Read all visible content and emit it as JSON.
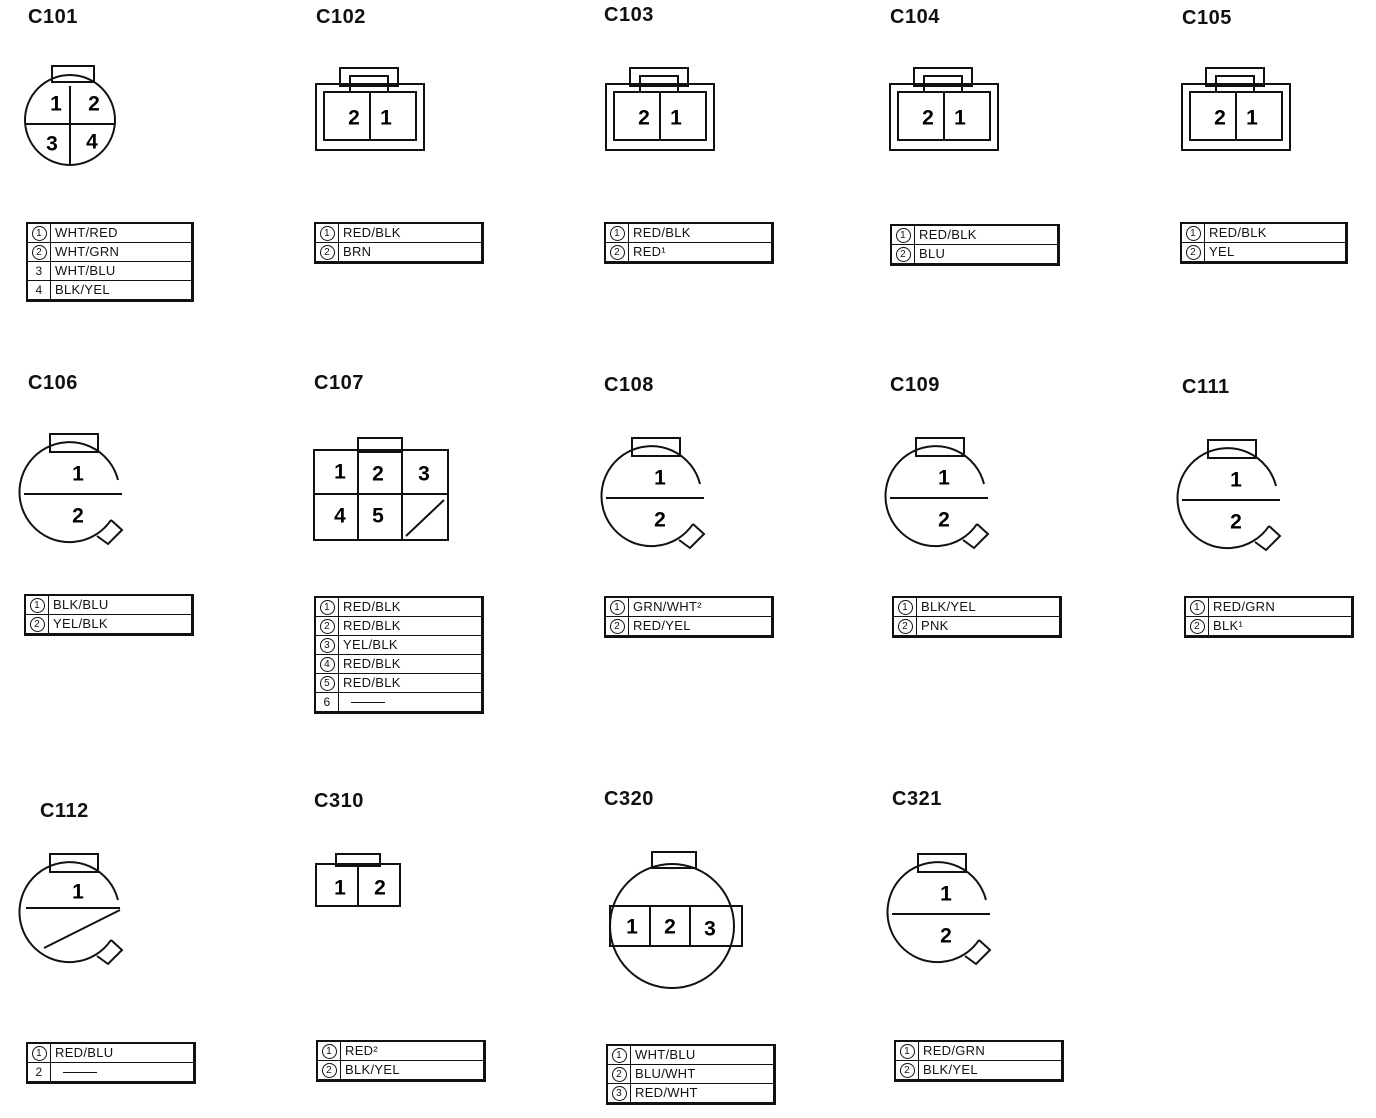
{
  "connectors": [
    {
      "id": "C101",
      "label": "C101",
      "pins": [
        "1",
        "2",
        "3",
        "4"
      ],
      "wires": [
        {
          "pin": "1",
          "circled": true,
          "wire": "WHT/RED"
        },
        {
          "pin": "2",
          "circled": true,
          "wire": "WHT/GRN"
        },
        {
          "pin": "3",
          "circled": false,
          "wire": "WHT/BLU"
        },
        {
          "pin": "4",
          "circled": false,
          "wire": "BLK/YEL"
        }
      ]
    },
    {
      "id": "C102",
      "label": "C102",
      "pins": [
        "2",
        "1"
      ],
      "wires": [
        {
          "pin": "1",
          "circled": true,
          "wire": "RED/BLK"
        },
        {
          "pin": "2",
          "circled": true,
          "wire": "BRN"
        }
      ]
    },
    {
      "id": "C103",
      "label": "C103",
      "pins": [
        "2",
        "1"
      ],
      "wires": [
        {
          "pin": "1",
          "circled": true,
          "wire": "RED/BLK"
        },
        {
          "pin": "2",
          "circled": true,
          "wire": "RED¹"
        }
      ]
    },
    {
      "id": "C104",
      "label": "C104",
      "pins": [
        "2",
        "1"
      ],
      "wires": [
        {
          "pin": "1",
          "circled": true,
          "wire": "RED/BLK"
        },
        {
          "pin": "2",
          "circled": true,
          "wire": "BLU"
        }
      ]
    },
    {
      "id": "C105",
      "label": "C105",
      "pins": [
        "2",
        "1"
      ],
      "wires": [
        {
          "pin": "1",
          "circled": true,
          "wire": "RED/BLK"
        },
        {
          "pin": "2",
          "circled": true,
          "wire": "YEL"
        }
      ]
    },
    {
      "id": "C106",
      "label": "C106",
      "pins": [
        "1",
        "2"
      ],
      "wires": [
        {
          "pin": "1",
          "circled": true,
          "wire": "BLK/BLU"
        },
        {
          "pin": "2",
          "circled": true,
          "wire": "YEL/BLK"
        }
      ]
    },
    {
      "id": "C107",
      "label": "C107",
      "pins": [
        "1",
        "2",
        "3",
        "4",
        "5"
      ],
      "wires": [
        {
          "pin": "1",
          "circled": true,
          "wire": "RED/BLK"
        },
        {
          "pin": "2",
          "circled": true,
          "wire": "RED/BLK"
        },
        {
          "pin": "3",
          "circled": true,
          "wire": "YEL/BLK"
        },
        {
          "pin": "4",
          "circled": true,
          "wire": "RED/BLK"
        },
        {
          "pin": "5",
          "circled": true,
          "wire": "RED/BLK"
        },
        {
          "pin": "6",
          "circled": false,
          "wire": "",
          "dash": true
        }
      ]
    },
    {
      "id": "C108",
      "label": "C108",
      "pins": [
        "1",
        "2"
      ],
      "wires": [
        {
          "pin": "1",
          "circled": true,
          "wire": "GRN/WHT²"
        },
        {
          "pin": "2",
          "circled": true,
          "wire": "RED/YEL"
        }
      ]
    },
    {
      "id": "C109",
      "label": "C109",
      "pins": [
        "1",
        "2"
      ],
      "wires": [
        {
          "pin": "1",
          "circled": true,
          "wire": "BLK/YEL"
        },
        {
          "pin": "2",
          "circled": true,
          "wire": "PNK"
        }
      ]
    },
    {
      "id": "C111",
      "label": "C111",
      "pins": [
        "1",
        "2"
      ],
      "wires": [
        {
          "pin": "1",
          "circled": true,
          "wire": "RED/GRN"
        },
        {
          "pin": "2",
          "circled": true,
          "wire": "BLK¹"
        }
      ]
    },
    {
      "id": "C112",
      "label": "C112",
      "pins": [
        "1"
      ],
      "wires": [
        {
          "pin": "1",
          "circled": true,
          "wire": "RED/BLU"
        },
        {
          "pin": "2",
          "circled": false,
          "wire": "",
          "dash": true
        }
      ]
    },
    {
      "id": "C310",
      "label": "C310",
      "pins": [
        "1",
        "2"
      ],
      "wires": [
        {
          "pin": "1",
          "circled": true,
          "wire": "RED²"
        },
        {
          "pin": "2",
          "circled": true,
          "wire": "BLK/YEL"
        }
      ]
    },
    {
      "id": "C320",
      "label": "C320",
      "pins": [
        "1",
        "2",
        "3"
      ],
      "wires": [
        {
          "pin": "1",
          "circled": true,
          "wire": "WHT/BLU"
        },
        {
          "pin": "2",
          "circled": true,
          "wire": "BLU/WHT"
        },
        {
          "pin": "3",
          "circled": true,
          "wire": "RED/WHT"
        }
      ]
    },
    {
      "id": "C321",
      "label": "C321",
      "pins": [
        "1",
        "2"
      ],
      "wires": [
        {
          "pin": "1",
          "circled": true,
          "wire": "RED/GRN"
        },
        {
          "pin": "2",
          "circled": true,
          "wire": "BLK/YEL"
        }
      ]
    }
  ]
}
